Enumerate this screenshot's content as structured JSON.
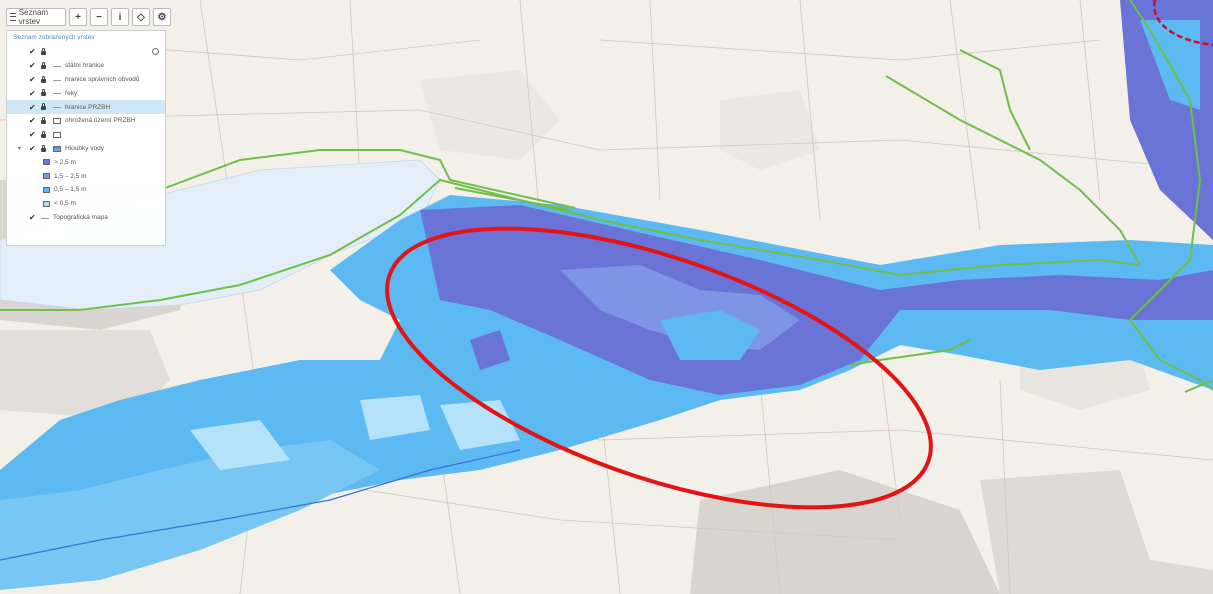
{
  "toolbar": {
    "layers_label": "Seznam vrstev",
    "buttons": [
      {
        "name": "zoom-in-button",
        "glyph": "+"
      },
      {
        "name": "zoom-out-button",
        "glyph": "−"
      },
      {
        "name": "info-button",
        "glyph": "i"
      },
      {
        "name": "locate-button",
        "glyph": "◇"
      },
      {
        "name": "settings-button",
        "glyph": "⚙"
      }
    ]
  },
  "panel": {
    "title": "Seznam zobrazených vrstev",
    "layers": [
      {
        "label": "státní hranice",
        "checked": true,
        "symbol": "line",
        "selected": false,
        "expander": false
      },
      {
        "label": "hranice správních obvodů",
        "checked": true,
        "symbol": "line",
        "selected": false,
        "expander": false
      },
      {
        "label": "řeky",
        "checked": true,
        "symbol": "line",
        "selected": false,
        "expander": false
      },
      {
        "label": "hranice PRZBH",
        "checked": true,
        "symbol": "line",
        "selected": true,
        "expander": false
      },
      {
        "label": "ohrožená území PRZBH",
        "checked": true,
        "symbol": "box",
        "selected": false,
        "expander": false
      },
      {
        "label": "",
        "checked": true,
        "symbol": "box",
        "selected": false,
        "expander": false
      },
      {
        "label": "Hloubky vody",
        "checked": true,
        "symbol": "multi",
        "selected": false,
        "expander": true
      }
    ],
    "legend": [
      {
        "label": "> 2,5 m",
        "color": "#6a73d6"
      },
      {
        "label": "1,5 – 2,5 m",
        "color": "#7e95e6"
      },
      {
        "label": "0,5 – 1,5 m",
        "color": "#5cb9f1"
      },
      {
        "label": "< 0,5 m",
        "color": "#b4e2f8"
      }
    ],
    "base_layer": {
      "label": "Topografická mapa",
      "checked": true
    }
  },
  "colors": {
    "depth_deep": "#6a73d6",
    "depth_mid": "#7e95e6",
    "depth_shallow": "#5cb9f1",
    "depth_very_shallow": "#b4e2f8",
    "levee_line": "#6fbf4a",
    "highlight_ellipse": "#e31414",
    "admin_border": "#c8102e"
  }
}
